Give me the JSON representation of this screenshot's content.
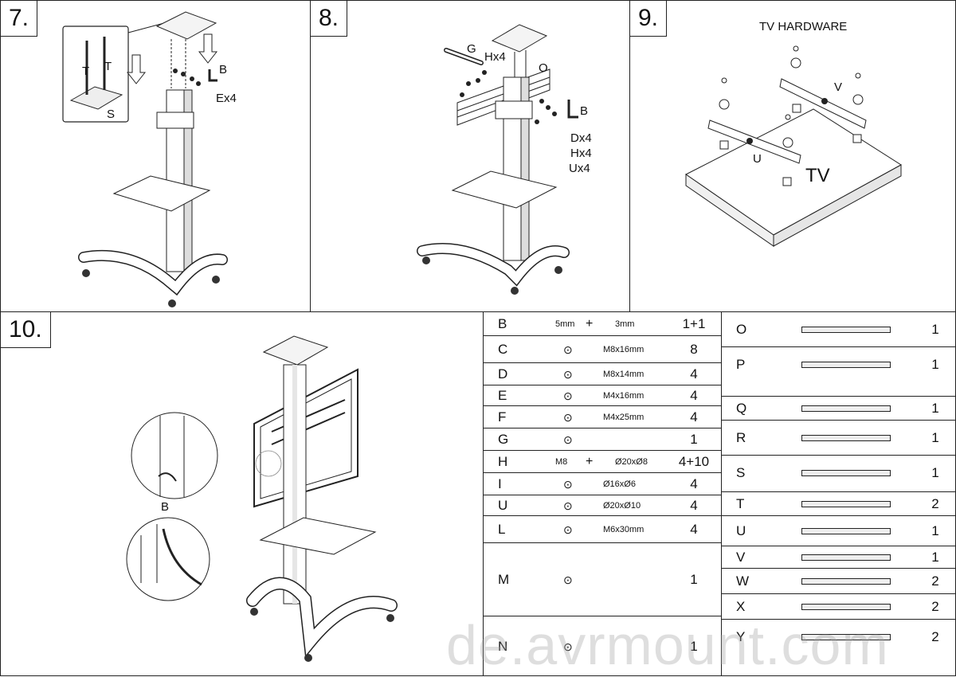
{
  "steps": {
    "s7": {
      "number": "7.",
      "labels": {
        "t1": "T",
        "t2": "T",
        "s": "S",
        "b": "B",
        "e": "Ex4"
      }
    },
    "s8": {
      "number": "8.",
      "labels": {
        "g": "G",
        "h": "Hx4",
        "o": "O",
        "b": "B",
        "d": "Dx4",
        "h2": "Hx4",
        "u": "Ux4"
      }
    },
    "s9": {
      "number": "9.",
      "labels": {
        "hardware": "TV HARDWARE",
        "v": "V",
        "u": "U",
        "tv": "TV"
      }
    },
    "s10": {
      "number": "10.",
      "labels": {
        "b": "B"
      }
    }
  },
  "parts_left": [
    {
      "letter": "B",
      "spec": "5mm",
      "plus": "+",
      "spec2": "3mm",
      "qty": "1+1"
    },
    {
      "letter": "C",
      "spec": "M8x16mm",
      "qty": "8"
    },
    {
      "letter": "D",
      "spec": "M8x14mm",
      "qty": "4"
    },
    {
      "letter": "E",
      "spec": "M4x16mm",
      "qty": "4"
    },
    {
      "letter": "F",
      "spec": "M4x25mm",
      "qty": "4"
    },
    {
      "letter": "G",
      "spec": "",
      "qty": "1"
    },
    {
      "letter": "H",
      "spec": "M8",
      "plus": "+",
      "spec2": "Ø20xØ8",
      "qty": "4+10"
    },
    {
      "letter": "I",
      "spec": "Ø16xØ6",
      "qty": "4"
    },
    {
      "letter": "U",
      "spec": "Ø20xØ10",
      "qty": "4"
    },
    {
      "letter": "L",
      "spec": "M6x30mm",
      "qty": "4"
    },
    {
      "letter": "M",
      "spec": "",
      "qty": "1"
    },
    {
      "letter": "N",
      "spec": "",
      "qty": "1"
    }
  ],
  "parts_right": [
    {
      "letter": "O",
      "qty": "1"
    },
    {
      "letter": "P",
      "qty": "1"
    },
    {
      "letter": "Q",
      "qty": "1"
    },
    {
      "letter": "R",
      "qty": "1"
    },
    {
      "letter": "S",
      "qty": "1"
    },
    {
      "letter": "T",
      "qty": "2"
    },
    {
      "letter": "U",
      "qty": "1"
    },
    {
      "letter": "V",
      "qty": "1"
    },
    {
      "letter": "W",
      "qty": "2"
    },
    {
      "letter": "X",
      "qty": "2"
    },
    {
      "letter": "Y",
      "qty": "2"
    }
  ],
  "watermark": "de.avrmount.com"
}
